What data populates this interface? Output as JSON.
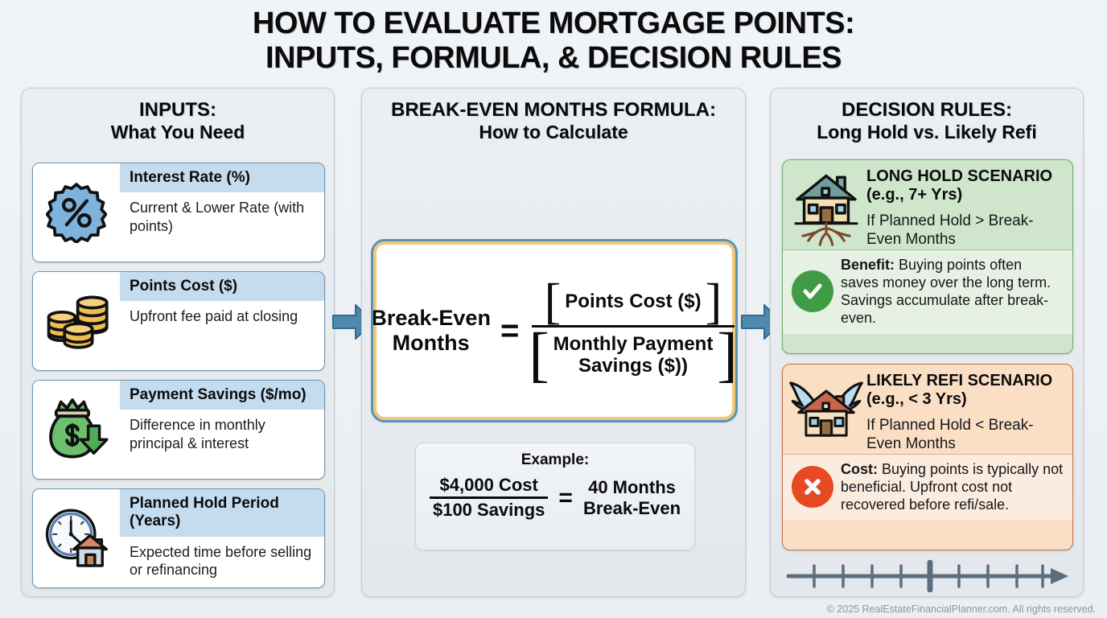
{
  "title": {
    "line1": "HOW TO EVALUATE MORTGAGE POINTS:",
    "line2": "INPUTS, FORMULA, & DECISION RULES"
  },
  "colors": {
    "panel_bg": "#eceff2",
    "panel_border": "#c3cbd2",
    "card_border": "#6e93ad",
    "card_header_bg": "#c5dcee",
    "arrow": "#4e8aab",
    "formula_border_inner": "#f0c77d",
    "formula_border_outer": "#5b93b4",
    "green_bg": "#cfe6cc",
    "green_border": "#6fa86b",
    "green_badge": "#3f9c45",
    "peach_bg": "#fadfc4",
    "peach_border": "#c4704a",
    "red_badge": "#e64a24"
  },
  "inputs_panel": {
    "title_line1": "INPUTS:",
    "title_line2": "What You Need",
    "cards": [
      {
        "icon": "percent-badge-icon",
        "heading": "Interest Rate (%)",
        "description": "Current & Lower Rate (with points)"
      },
      {
        "icon": "coin-stack-icon",
        "heading": "Points Cost ($)",
        "description": "Upfront fee paid at closing"
      },
      {
        "icon": "money-bag-down-arrow-icon",
        "heading": "Payment Savings ($/mo)",
        "description": "Difference in monthly principal & interest"
      },
      {
        "icon": "clock-house-icon",
        "heading": "Planned Hold Period (Years)",
        "description": "Expected time before selling or refinancing"
      }
    ]
  },
  "formula_panel": {
    "title_line1": "BREAK-EVEN MONTHS FORMULA:",
    "title_line2": "How to Calculate",
    "formula": {
      "lhs_line1": "Break-Even",
      "lhs_line2": "Months",
      "equals": "=",
      "numerator": "Points Cost ($)",
      "denominator_line1": "Monthly Payment",
      "denominator_line2": "Savings ($))",
      "bracket_open": "[",
      "bracket_close": "]"
    },
    "example": {
      "title": "Example:",
      "numerator": "$4,000 Cost",
      "denominator": "$100 Savings",
      "equals": "=",
      "result_line1": "40 Months",
      "result_line2": "Break-Even"
    }
  },
  "rules_panel": {
    "title_line1": "DECISION RULES:",
    "title_line2": "Long Hold vs. Likely Refi",
    "scenarios": [
      {
        "icon": "house-with-roots-icon",
        "name_line1": "LONG HOLD SCENARIO",
        "name_line2": "(e.g., 7+ Yrs)",
        "condition": "If Planned Hold > Break-Even Months",
        "badge": "check-circle-icon",
        "note_label": "Benefit:",
        "note_text": " Buying points often saves money over the long term. Savings accumulate after break-even."
      },
      {
        "icon": "winged-house-icon",
        "name_line1": "LIKELY REFI SCENARIO",
        "name_line2": "(e.g., < 3 Yrs)",
        "condition": "If Planned Hold < Break-Even Months",
        "badge": "x-circle-icon",
        "note_label": "Cost:",
        "note_text": " Buying points is typically not beneficial. Upfront cost not recovered before refi/sale."
      }
    ],
    "timeline": {
      "tick_count": 9,
      "highlighted_tick_index": 4
    }
  },
  "footer": {
    "copyright": "© 2025 RealEstateFinancialPlanner.com. All rights reserved."
  }
}
